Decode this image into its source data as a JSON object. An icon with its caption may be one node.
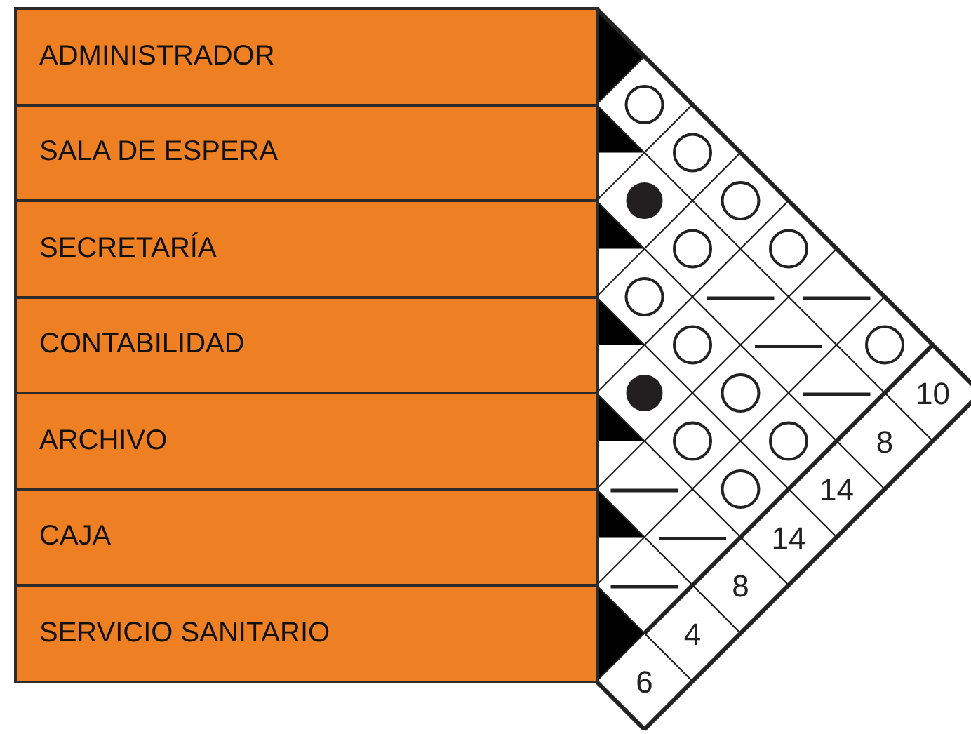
{
  "diagram": {
    "nodes": [
      {
        "text": [
          "ADMINISTRADOR"
        ]
      },
      {
        "text": [
          "SALA DE ESPERA"
        ]
      },
      {
        "text": [
          "SECRETARÍA"
        ]
      },
      {
        "text": [
          "CONTABILIDAD"
        ]
      },
      {
        "text": [
          "ARCHIVO"
        ]
      },
      {
        "text": [
          "CAJA"
        ]
      },
      {
        "text": [
          "SERVICIO SANITARIO"
        ]
      }
    ],
    "labels": [
      "10",
      "8",
      "14",
      "14",
      "8",
      "4",
      "6"
    ]
  }
}
